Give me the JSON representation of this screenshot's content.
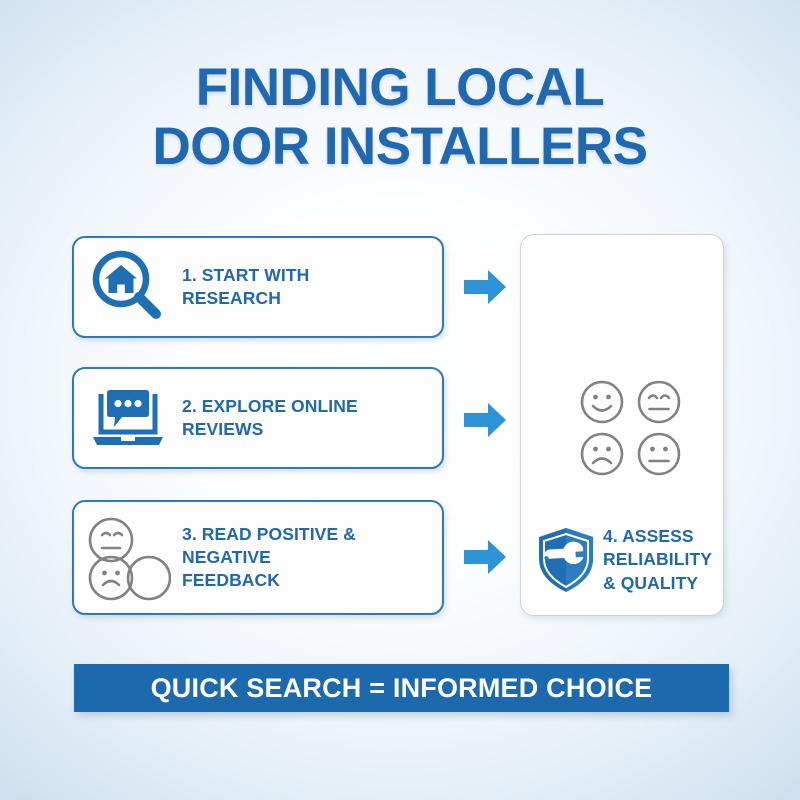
{
  "title": {
    "line1": "FINDING LOCAL",
    "line2": "DOOR INSTALLERS"
  },
  "colors": {
    "title_blue": "#2068b0",
    "card_border_blue": "#2d79bd",
    "icon_blue": "#1f6fb4",
    "arrow_blue": "#2f93d8",
    "banner_blue": "#1c69ad",
    "emoji_gray": "#828282",
    "panel_border_gray": "#d2d2d2",
    "background_edge_blue": "#b6cfe4"
  },
  "steps": [
    {
      "number": "1.",
      "label_line1": "1. START WITH",
      "label_line2": "RESEARCH",
      "icon": "magnifier-house-icon"
    },
    {
      "number": "2.",
      "label_line1": "2. EXPLORE ONLINE",
      "label_line2": "REVIEWS",
      "icon": "laptop-chat-icon"
    },
    {
      "number": "3.",
      "label_line1": "3. READ POSITIVE &",
      "label_line2": "NEGATIVE",
      "label_line3": "FEEDBACK",
      "icon": "feedback-faces-icon"
    }
  ],
  "right_panel": {
    "emoji_faces": [
      {
        "name": "happy-face",
        "expression": "smile"
      },
      {
        "name": "content-face",
        "expression": "closed-eyes-flat"
      },
      {
        "name": "sad-face",
        "expression": "frown"
      },
      {
        "name": "neutral-face",
        "expression": "flat"
      }
    ],
    "step": {
      "number": "4.",
      "label_line1": "4. ASSESS",
      "label_line2": "RELIABILITY",
      "label_line3": "& QUALITY",
      "icon": "shield-wrench-icon"
    }
  },
  "arrows": {
    "icon": "arrow-right-icon",
    "count": 3
  },
  "banner": {
    "text": "QUICK SEARCH = INFORMED CHOICE"
  }
}
